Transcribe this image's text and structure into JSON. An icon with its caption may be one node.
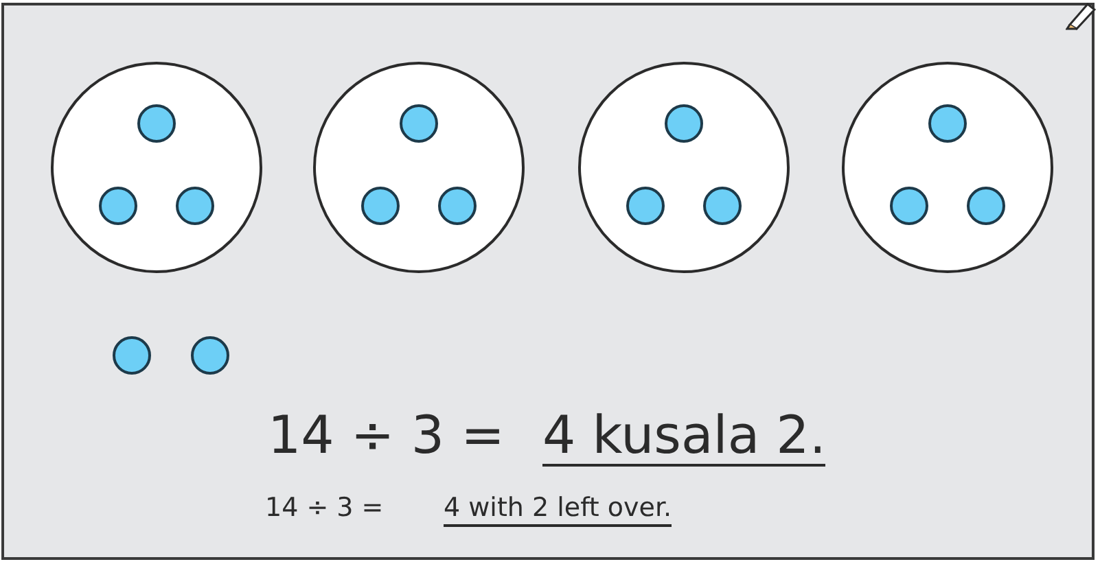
{
  "diagram": {
    "nodes": [
      {
        "text": [],
        "shape": "circle"
      },
      {
        "text": [],
        "shape": "circle",
        "in": 0
      },
      {
        "text": [],
        "shape": "circle",
        "in": 0
      },
      {
        "text": [],
        "shape": "circle",
        "in": 0
      },
      {
        "text": [],
        "shape": "circle"
      },
      {
        "text": [],
        "shape": "circle",
        "in": 4
      },
      {
        "text": [],
        "shape": "circle",
        "in": 4
      },
      {
        "text": [],
        "shape": "circle",
        "in": 4
      },
      {
        "text": [],
        "shape": "circle"
      },
      {
        "text": [],
        "shape": "circle",
        "in": 8
      },
      {
        "text": [],
        "shape": "circle",
        "in": 8
      },
      {
        "text": [],
        "shape": "circle",
        "in": 8
      },
      {
        "text": [],
        "shape": "circle"
      },
      {
        "text": [],
        "shape": "circle",
        "in": 12
      },
      {
        "text": [],
        "shape": "circle",
        "in": 12
      },
      {
        "text": [],
        "shape": "circle",
        "in": 12
      },
      {
        "text": [],
        "shape": "circle"
      },
      {
        "text": [],
        "shape": "circle"
      }
    ],
    "edges": [],
    "labels": [
      "14 ÷ 3 =",
      "4 kusala 2.",
      "14 ÷ 3 =",
      "4 with 2 left over."
    ]
  }
}
